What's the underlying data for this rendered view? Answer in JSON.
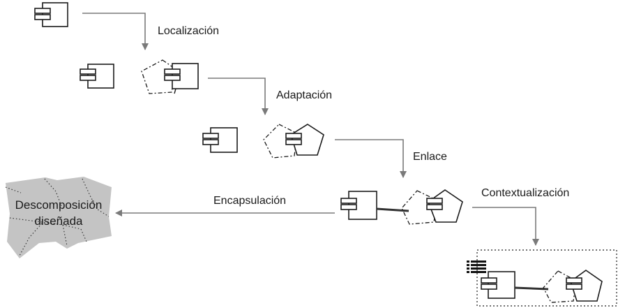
{
  "steps": [
    {
      "label": "Localización"
    },
    {
      "label": "Adaptación"
    },
    {
      "label": "Enlace"
    },
    {
      "label": "Contextualización"
    },
    {
      "label": "Encapsulación"
    }
  ],
  "result": {
    "line1": "Descomposición",
    "line2": "diseñada"
  },
  "colors": {
    "arrow": "#7a7a7a",
    "shape_fill": "#c4c4c4",
    "stroke": "#1a1a1a"
  }
}
